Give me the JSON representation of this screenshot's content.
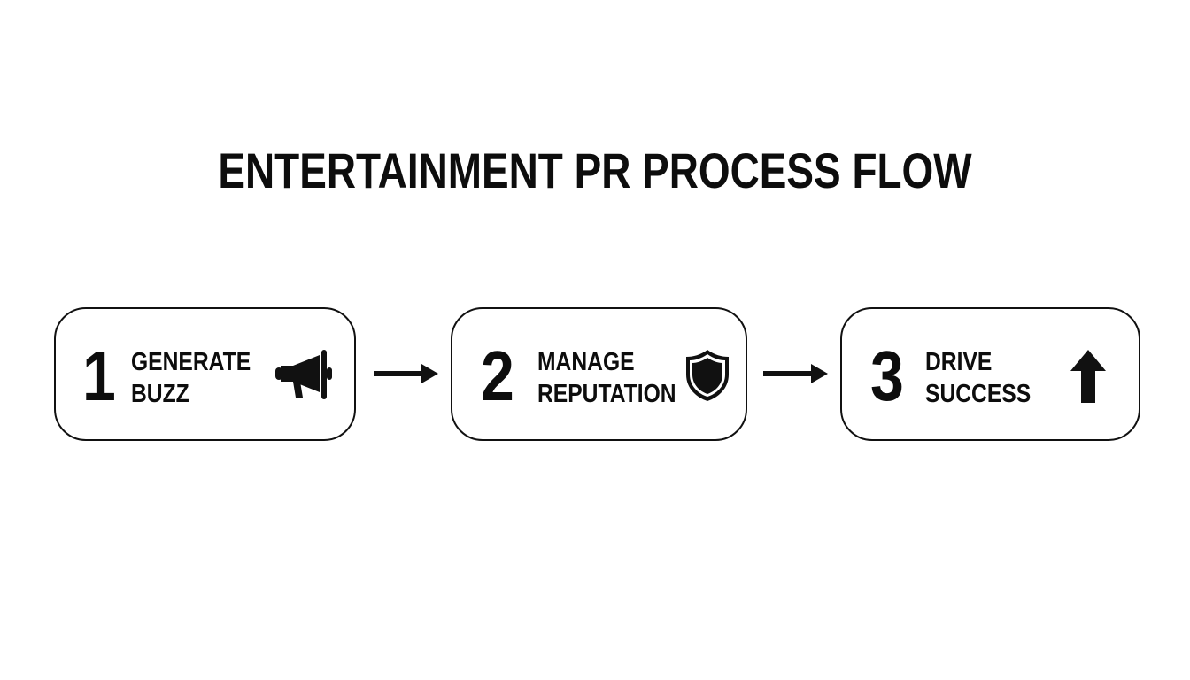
{
  "title": "ENTERTAINMENT PR PROCESS FLOW",
  "steps": [
    {
      "number": "1",
      "line1": "GENERATE",
      "line2": "BUZZ",
      "icon": "megaphone-icon"
    },
    {
      "number": "2",
      "line1": "MANAGE",
      "line2": "REPUTATION",
      "icon": "shield-icon"
    },
    {
      "number": "3",
      "line1": "DRIVE",
      "line2": "SUCCESS",
      "icon": "arrow-up-icon"
    }
  ],
  "connectors": [
    "arrow-right-icon",
    "arrow-right-icon"
  ],
  "colors": {
    "stroke": "#111111",
    "background": "#ffffff"
  }
}
